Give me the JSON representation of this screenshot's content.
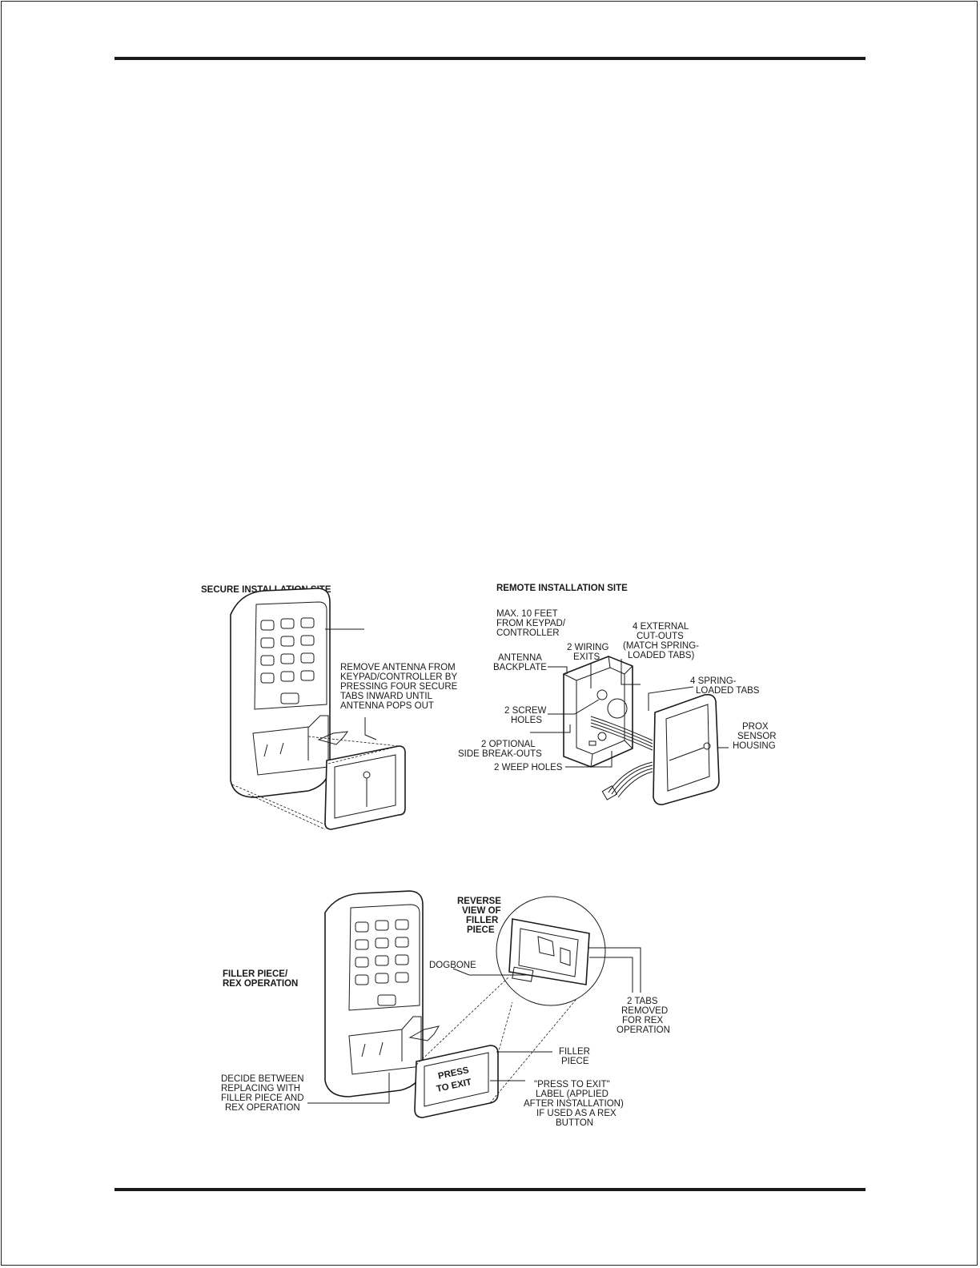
{
  "figure_secure": {
    "title": "SECURE INSTALLATION SITE",
    "callout_remove": [
      "REMOVE ANTENNA FROM",
      "KEYPAD/CONTROLLER BY",
      "PRESSING FOUR SECURE",
      "TABS INWARD UNTIL",
      "ANTENNA POPS OUT"
    ]
  },
  "figure_remote": {
    "title": "REMOTE INSTALLATION SITE",
    "max_distance": [
      "MAX. 10 FEET",
      "FROM KEYPAD/",
      "CONTROLLER"
    ],
    "wiring_exits": [
      "2 WIRING",
      "EXITS"
    ],
    "external_cutouts": [
      "4 EXTERNAL",
      "CUT-OUTS",
      "(MATCH SPRING-",
      "LOADED TABS)"
    ],
    "antenna_backplate": [
      "ANTENNA",
      "BACKPLATE"
    ],
    "spring_tabs": [
      "4 SPRING-",
      "LOADED TABS"
    ],
    "screw_holes": [
      "2 SCREW",
      "HOLES"
    ],
    "prox_housing": [
      "PROX",
      "SENSOR",
      "HOUSING"
    ],
    "side_breakouts": [
      "2 OPTIONAL",
      "SIDE BREAK-OUTS"
    ],
    "weep_holes": "2 WEEP HOLES"
  },
  "figure_filler": {
    "reverse_view": [
      "REVERSE",
      "VIEW OF",
      "FILLER",
      "PIECE"
    ],
    "title": [
      "FILLER PIECE/",
      "REX OPERATION"
    ],
    "dogbone": "DOGBONE",
    "tabs_removed": [
      "2 TABS",
      "REMOVED",
      "FOR REX",
      "OPERATION"
    ],
    "filler_piece": [
      "FILLER",
      "PIECE"
    ],
    "decide": [
      "DECIDE BETWEEN",
      "REPLACING WITH",
      "FILLER PIECE AND",
      "REX OPERATION"
    ],
    "press_label": [
      "\"PRESS TO EXIT\"",
      "LABEL (APPLIED",
      "AFTER INSTALLATION)",
      "IF USED AS A REX",
      "BUTTON"
    ],
    "press_text": [
      "PRESS",
      "TO EXIT"
    ]
  }
}
